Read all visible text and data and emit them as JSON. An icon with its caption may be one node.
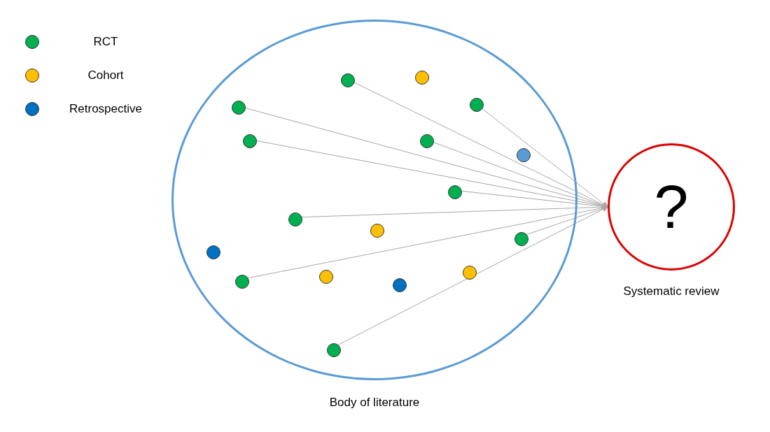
{
  "diagram": {
    "nodes": [
      {
        "text": [],
        "shape": "circle",
        "beside": [
          "Body of literature"
        ]
      },
      {
        "text": [],
        "shape": "circle",
        "in": 0
      },
      {
        "text": [],
        "shape": "circle",
        "in": 0
      },
      {
        "text": [],
        "shape": "circle",
        "in": 0
      },
      {
        "text": [],
        "shape": "circle",
        "in": 0
      },
      {
        "text": [],
        "shape": "circle",
        "in": 0
      },
      {
        "text": [],
        "shape": "circle",
        "in": 0
      },
      {
        "text": [],
        "shape": "circle",
        "in": 0
      },
      {
        "text": [],
        "shape": "circle",
        "in": 0
      },
      {
        "text": [],
        "shape": "circle",
        "in": 0
      },
      {
        "text": [],
        "shape": "circle",
        "in": 0
      },
      {
        "text": [],
        "shape": "circle",
        "in": 0
      },
      {
        "text": [],
        "shape": "circle",
        "in": 0
      },
      {
        "text": [],
        "shape": "circle",
        "in": 0
      },
      {
        "text": [],
        "shape": "circle",
        "in": 0
      },
      {
        "text": [],
        "shape": "circle",
        "in": 0
      },
      {
        "text": [],
        "shape": "circle",
        "in": 0
      },
      {
        "text": [],
        "shape": "circle",
        "in": 0
      },
      {
        "text": [
          "?"
        ],
        "beside": [
          "Systematic review"
        ]
      }
    ],
    "edges": [
      {
        "from": 2,
        "to": 18,
        "arrow": "to"
      },
      {
        "from": 3,
        "to": 18,
        "arrow": "to"
      },
      {
        "from": 4,
        "to": 18,
        "arrow": "to"
      },
      {
        "from": 5,
        "to": 18,
        "arrow": "to"
      },
      {
        "from": 6,
        "to": 18,
        "arrow": "to"
      },
      {
        "from": 8,
        "to": 18,
        "arrow": "to"
      },
      {
        "from": 9,
        "to": 18,
        "arrow": "to"
      },
      {
        "from": 11,
        "to": 18,
        "arrow": "to"
      },
      {
        "from": 15,
        "to": 18,
        "arrow": "to"
      },
      {
        "from": 17,
        "to": 18,
        "arrow": "to"
      }
    ],
    "legend": [
      {
        "text": "RCT",
        "color": "#00b050"
      },
      {
        "text": "Cohort",
        "color": "#ffc000"
      },
      {
        "text": "Retrospective",
        "color": "#0070c0"
      }
    ]
  }
}
